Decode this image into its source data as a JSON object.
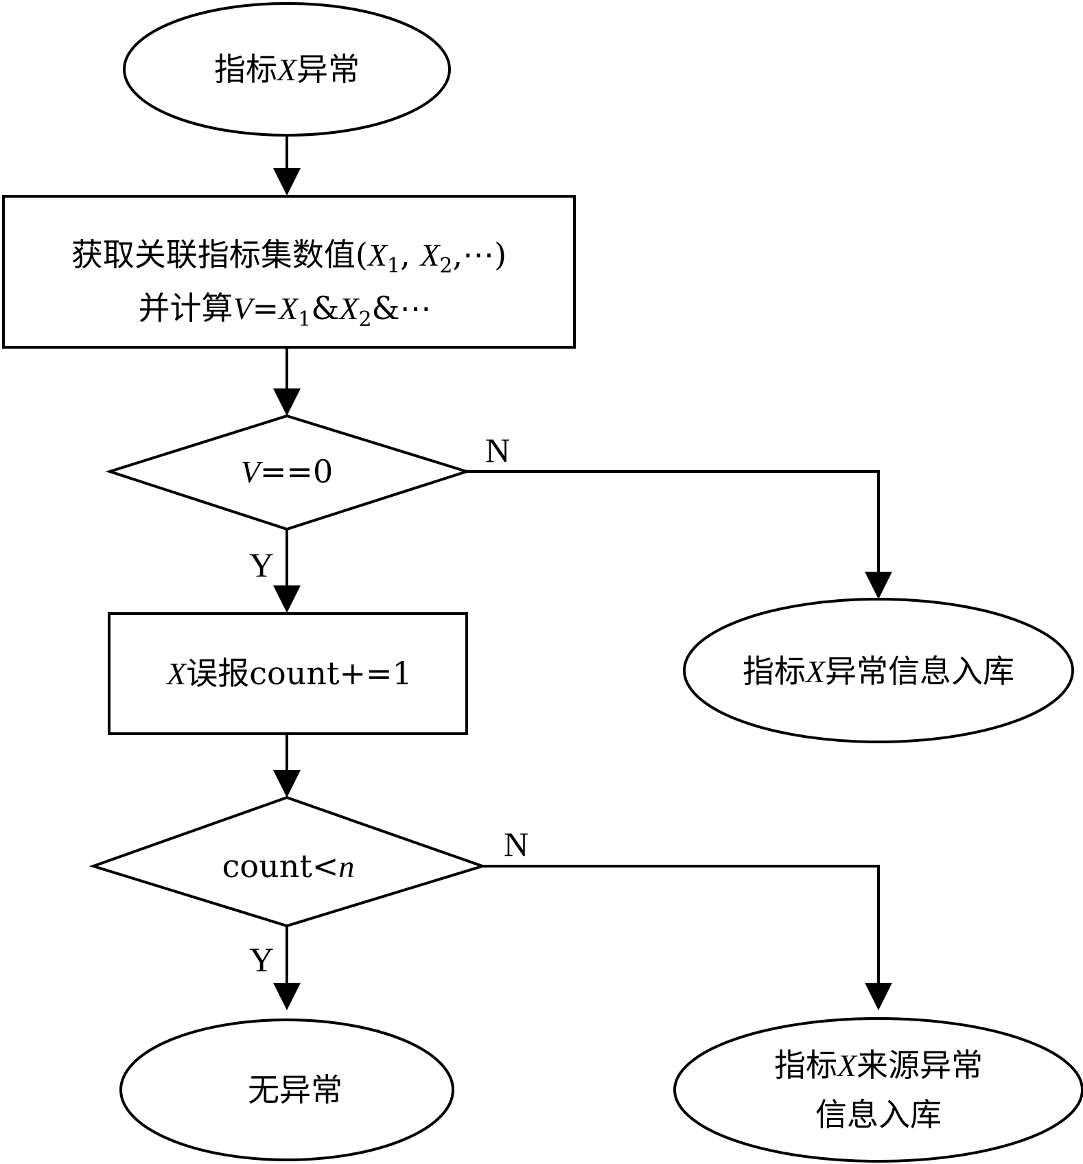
{
  "nodes": {
    "start": {
      "pre": "指标",
      "var": "X",
      "post": "异常"
    },
    "fetch": {
      "line1": {
        "pre": "获取关联指标集数值(",
        "x1": "X",
        "s1": "1",
        "comma": ", ",
        "x2": "X",
        "s2": "2",
        "post": ",⋯)"
      },
      "line2": {
        "pre": "并计算",
        "v": "V",
        "eq": "=",
        "x1": "X",
        "s1": "1",
        "amp1": "&",
        "x2": "X",
        "s2": "2",
        "post": "&⋯"
      }
    },
    "decision_v": {
      "var": "V",
      "post": "==0"
    },
    "false_alarm": {
      "var": "X",
      "post": "误报count+=1"
    },
    "store_anomaly": {
      "pre": "指标",
      "var": "X",
      "post": "异常信息入库"
    },
    "decision_count": {
      "pre": "count<",
      "var": "n"
    },
    "no_anomaly": {
      "text": "无异常"
    },
    "store_source": {
      "line1": {
        "pre": "指标",
        "var": "X",
        "post": "来源异常"
      },
      "line2": {
        "text": "信息入库"
      }
    }
  },
  "branches": {
    "v_no": "N",
    "v_yes": "Y",
    "count_no": "N",
    "count_yes": "Y"
  }
}
